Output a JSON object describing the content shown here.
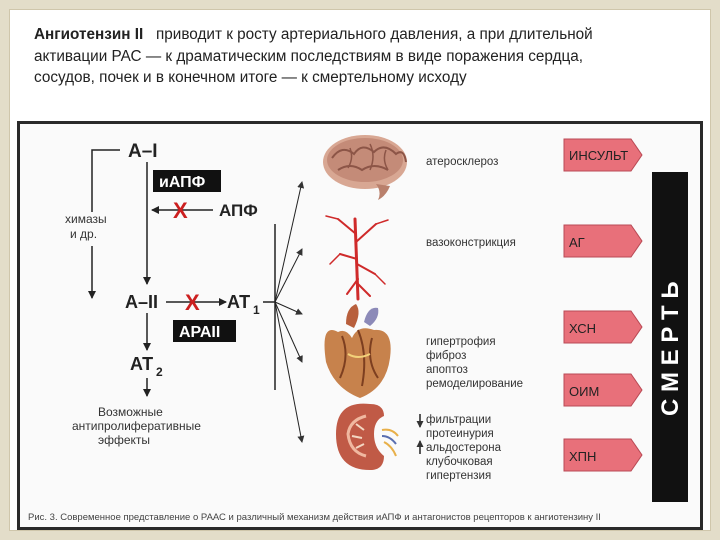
{
  "heading": {
    "bold": "Ангиотензин II",
    "rest_line1": "приводит к росту артериального давления, а при длительной",
    "line2": "активации РАС — к драматическим последствиям в виде поражения сердца,",
    "line3": "сосудов, почек и в конечном итоге — к смертельному исходу"
  },
  "scheme": {
    "a1": "А–I",
    "iapf": "иАПФ",
    "apf": "АПФ",
    "block_x": "X",
    "chymases_1": "химазы",
    "chymases_2": "и др.",
    "a2": "А–II",
    "at1": "АТ",
    "at1_sub": "1",
    "arAII": "АРАII",
    "at2": "АТ",
    "at2_sub": "2",
    "effects_1": "Возможные",
    "effects_2": "антипролиферативные",
    "effects_3": "эффекты"
  },
  "organs": {
    "brain": "атеросклероз",
    "vessels": "вазоконстрикция",
    "heart": [
      "гипертрофия",
      "фиброз",
      "апоптоз",
      "ремоделирование"
    ],
    "kidney": [
      "фильтрации",
      "протеинурия",
      "альдостерона",
      "клубочковая",
      "гипертензия"
    ]
  },
  "outcomes": [
    "ИНСУЛЬТ",
    "АГ",
    "ХСН",
    "ОИМ",
    "ХПН"
  ],
  "death_label": "С М Е Р Т Ь",
  "caption": "Рис. 3. Современное представление о РААС и различный механизм действия иАПФ и антагонистов рецепторов к ангиотензину II",
  "colors": {
    "arrow_box": "#e8707a",
    "death_bar": "#111111",
    "block_x": "#cc1f1f",
    "frame": "#e3ddc9"
  },
  "icons": [
    "brain-image",
    "blood-vessels-image",
    "heart-image",
    "kidney-image",
    "down-arrow-icon",
    "up-arrow-icon"
  ]
}
